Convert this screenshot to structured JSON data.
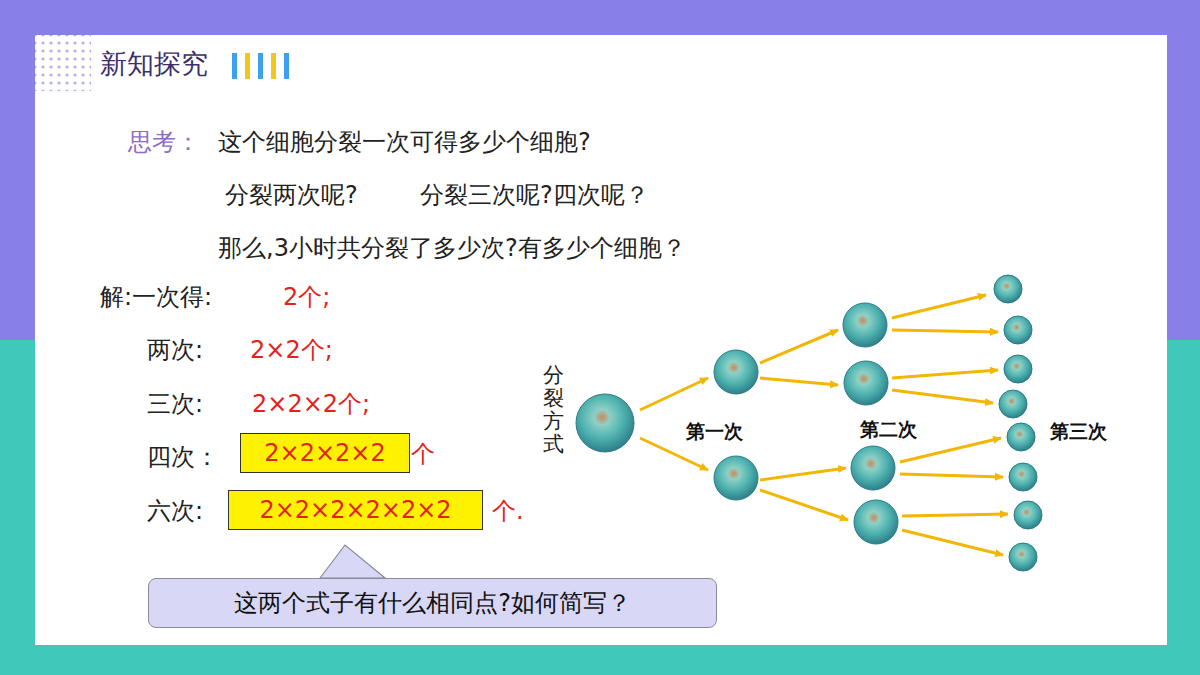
{
  "diagram": {
    "title": "新知探究",
    "nodes": [
      {
        "text": [
          "2×2×2×2"
        ]
      },
      {
        "text": [
          "2×2×2×2×2×2"
        ]
      },
      {
        "text": [
          "这两个式子有什么相同点?如何简写？"
        ]
      }
    ],
    "labels": [
      "思考：",
      "这个细胞分裂一次可得多少个细胞?",
      "分裂两次呢?",
      "分裂三次呢?四次呢？",
      "那么,3小时共分裂了多少次?有多少个细胞？",
      "解:一次得:",
      "2个;",
      "两次:",
      "2×2个;",
      "三次:",
      "2×2×2个;",
      "四次：",
      "个",
      "六次:",
      "个.",
      "分裂方式",
      "第一次",
      "第二次",
      "第三次"
    ]
  }
}
